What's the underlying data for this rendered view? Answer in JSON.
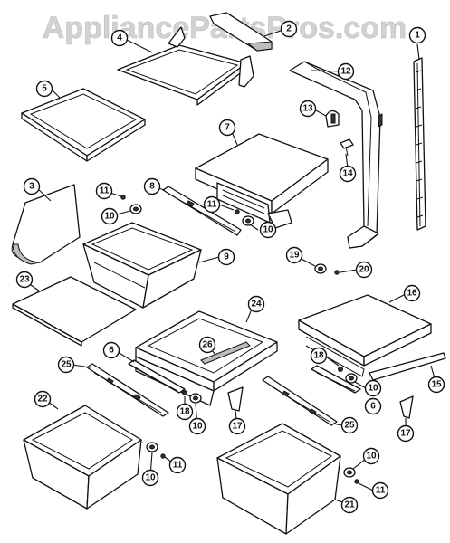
{
  "watermark": "AppliancePartsPros.com",
  "callouts": [
    "1",
    "2",
    "3",
    "4",
    "5",
    "6",
    "6",
    "7",
    "8",
    "9",
    "10",
    "10",
    "10",
    "10",
    "10",
    "10",
    "11",
    "11",
    "11",
    "11",
    "12",
    "13",
    "14",
    "15",
    "16",
    "17",
    "17",
    "18",
    "18",
    "19",
    "20",
    "21",
    "22",
    "23",
    "24",
    "25",
    "25",
    "26"
  ]
}
